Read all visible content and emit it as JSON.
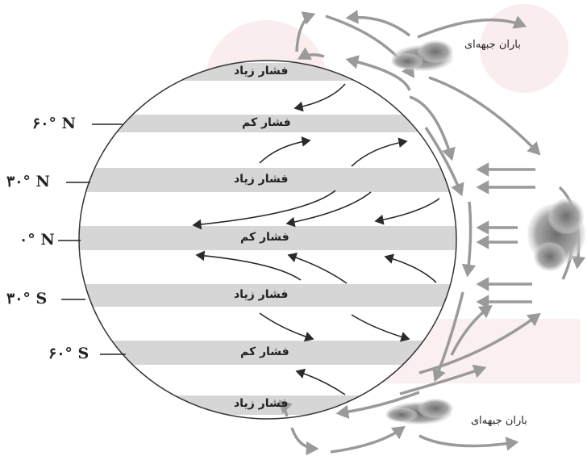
{
  "latitudes": {
    "lat_60n": "۶۰° N",
    "lat_30n": "۳۰° N",
    "lat_0n": "۰° N",
    "lat_30s": "۳۰° S",
    "lat_60s": "۶۰° S"
  },
  "pressure_bands": {
    "high_1": "فشار زیاد",
    "low_1": "فشار کم",
    "high_2": "فشار زیاد",
    "low_2": "فشار کم",
    "high_3": "فشار زیاد",
    "low_3": "فشار کم",
    "high_4": "فشار زیاد"
  },
  "rain_labels": {
    "top": "باران جبهه‌ای",
    "bottom": "باران جبهه‌ای"
  },
  "colors": {
    "band_gray": "#d6d6d6",
    "arrow_dark": "#2a2a2a",
    "arrow_gray": "#9a9a9a",
    "watermark": "#f3d6d6"
  }
}
